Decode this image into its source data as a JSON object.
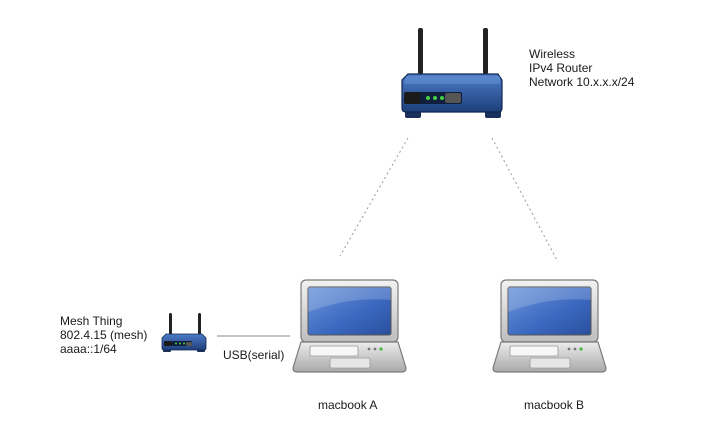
{
  "router": {
    "lines": [
      "Wireless",
      "IPv4 Router",
      "Network 10.x.x.x/24"
    ]
  },
  "mesh": {
    "lines": [
      "Mesh Thing",
      "802.4.15 (mesh)",
      "aaaa::1/64"
    ]
  },
  "usb": {
    "label": "USB(serial)"
  },
  "laptops": [
    {
      "label": "macbook A"
    },
    {
      "label": "macbook B"
    }
  ],
  "colors": {
    "router_body": "#2c5aa0",
    "screen": "#3f6fc9",
    "laptop_body": "#d9d9d9",
    "link": "#9a9a9a"
  }
}
